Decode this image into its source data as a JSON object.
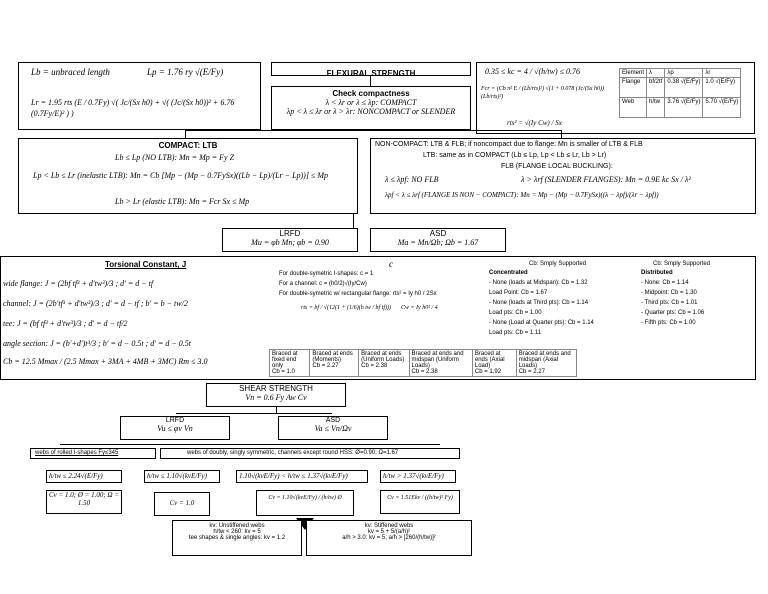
{
  "top_left": {
    "lb_def": "Lb = unbraced length",
    "lp_eq": "Lp = 1.76 ry √(E/Fy)",
    "lr_eq": "Lr = 1.95 rts (E / 0.7Fy) √( Jc/(Sx h0) + √( (Jc/(Sx h0))² + 6.76 (0.7Fy/E)² ) )"
  },
  "flexural": {
    "title": "FLEXURAL STRENGTH",
    "check_title": "Check compactness",
    "check_line1": "λ < λr or λ ≤ λp: COMPACT",
    "check_line2": "λp < λ ≤ λr or λ > λr: NONCOMPACT or SLENDER"
  },
  "top_right": {
    "lambda_c": "0.35 ≤ kc = 4 / √(h/tw) ≤ 0.76",
    "fcr_eq": "Fcr = (Cb π² E / (Lb/rts)²) √(1 + 0.078 (Jc/(Sx h0)) (Lb/rts)²)",
    "rts_eq": "rts² = √(Iy Cw) / Sx",
    "table_headers": [
      "Element",
      "λ",
      "λp",
      "λr"
    ],
    "table_rows": [
      [
        "Flange",
        "bf/2tf",
        "0.38 √(E/Fy)",
        "1.0 √(E/Fy)"
      ],
      [
        "Web",
        "h/tw",
        "3.76 √(E/Fy)",
        "5.70 √(E/Fy)"
      ]
    ]
  },
  "compact": {
    "title": "COMPACT: LTB",
    "l1": "Lb ≤ Lp (NO LTB): Mn = Mp = Fy Z",
    "l2": "Lp < Lb ≤ Lr (inelastic LTB): Mn = Cb [Mp − (Mp − 0.7FySx)((Lb − Lp)/(Lr − Lp))] ≤ Mp",
    "l3": "Lb > Lr (elastic LTB): Mn = Fcr Sx ≤ Mp"
  },
  "noncompact": {
    "title": "NON-COMPACT: LTB & FLB; if noncompact due to flange: Mn is smaller of LTB & FLB",
    "ltb_same": "LTB: same as in COMPACT (Lb ≤ Lp, Lp < Lb ≤ Lr, Lb > Lr)",
    "flb_title": "FLB (FLANGE LOCAL BUCKLING):",
    "noflb": "λ ≤ λpf: NO FLB",
    "slender": "λ > λrf (SLENDER FLANGES): Mn = 0.9E kc Sx / λ²",
    "noncomp": "λpf < λ ≤ λrf (FLANGE IS NON − COMPACT): Mn = Mp − (Mp − 0.7FySx)((λ − λpf)/(λr − λpf))"
  },
  "lrfd_flex": {
    "title": "LRFD",
    "eq": "Mu = φb Mn;  φb = 0.90"
  },
  "asd_flex": {
    "title": "ASD",
    "eq": "Ma = Mn/Ωb;  Ωb = 1.67"
  },
  "torsion": {
    "title": "Torsional Constant, J",
    "wide": "wide flange: J = (2bf tf³ + d′tw³)/3 ;  d′ = d − tf",
    "channel": "channel: J = (2b′tf³ + d′tw³)/3 ;  d′ = d − tf ;  b′ = b − tw/2",
    "tee": "tee: J = (bf tf³ + d′tw³)/3 ;  d′ = d − tf/2",
    "angle": "angle section: J = (b′+d′)t³/3 ;  b′ = d − 0.5t ;  d′ = d − 0.5t",
    "cb": "Cb = 12.5 Mmax / (2.5 Mmax + 3MA + 4MB + 3MC) Rm ≤ 3.0"
  },
  "c_section": {
    "label": "c",
    "l1": "For double-symetric I-shapes: c = 1",
    "l2": "For a channel: c = (h0/2)√(Iy/Cw)",
    "l3": "For double-symetric w/ rectangular flange: rts² = Iy h0 / 2Sx",
    "rts_eq": "rts = bf / √(12(1 + (1/6)(h tw / bf tf)))",
    "cw_eq": "Cw = Iy h0² / 4",
    "braced": [
      {
        "t": "Braced at fixed end only",
        "v": "Cb = 1.0"
      },
      {
        "t": "Braced at ends (Moments)",
        "v": "Cb = 2.27"
      },
      {
        "t": "Braced at ends (Uniform Loads)",
        "v": "Cb = 2.38"
      },
      {
        "t": "Braced at ends and midspan (Uniform Loads)",
        "v": "Cb = 2.38"
      },
      {
        "t": "Braced at ends (Axial Load)",
        "v": "Cb = 1.92"
      },
      {
        "t": "Braced at ends and midspan (Axial Loads)",
        "v": "Cb = 2.27"
      }
    ]
  },
  "cb_conc": {
    "title": "Cb: Smply Supported",
    "sub": "Concentrated",
    "items": [
      "- None (loads at Midspan): Cb = 1.32",
      "Load Point: Cb = 1.67",
      "- None (loads at Third pts): Cb = 1.14",
      "Load pts: Cb = 1.00",
      "- None (Load at Quarter pts): Cb = 1.14",
      "Load pts: Cb = 1.11"
    ]
  },
  "cb_dist": {
    "title": "Cb: Smply Supported",
    "sub": "Distributed",
    "items": [
      "- None: Cb = 1.14",
      "- Midpoint: Cb = 1.30",
      "- Third pts: Cb = 1.01",
      "- Quarter pts: Cb = 1.06",
      "- Fifth pts: Cb = 1.00"
    ]
  },
  "shear": {
    "title": "SHEAR STRENGTH",
    "eq": "Vn = 0.6 Fy Aw Cv",
    "lrfd_title": "LRFD",
    "lrfd_eq": "Vu ≤ φv Vn",
    "asd_title": "ASD",
    "asd_eq": "Va ≤ Vn/Ωv",
    "rolled": "webs of rolled I-shapes Fy≤345",
    "doubly": "webs of doubly, singly symmetric, channels except round HSS: Ø=0.90; Ω=1.67",
    "rolled_cond": "h/tw ≤ 2.24√(E/Fy)",
    "rolled_res": "Cv = 1.0;  Ø = 1.00; Ω = 1.50",
    "c1": "h/tw ≤ 1.10√(kvE/Fy)",
    "c2": "1.10√(kvE/Fy) < h/tw ≤ 1.37√(kvE/Fy)",
    "c3": "h/tw > 1.37√(kvE/Fy)",
    "r1": "Cv = 1.0",
    "r2": "Cv = 1.10√(kvE/Fy) / (h/tw) Ø",
    "r3": "Cv = 1.51Ekv / ((h/tw)² Fy)",
    "kv_unst_title": "kv: Unstiffened webs",
    "kv_unst_1": "h/tw < 260: kv = 5",
    "kv_unst_2": "tee shapes & single angles: kv = 1.2",
    "kv_st_title": "kv: Stiffened webs",
    "kv_st_1": "kv = 5 + 5/(a/h)²",
    "kv_st_2": "a/h > 3.0: kv = 5; a/h > [260/(h/tw)]²"
  }
}
